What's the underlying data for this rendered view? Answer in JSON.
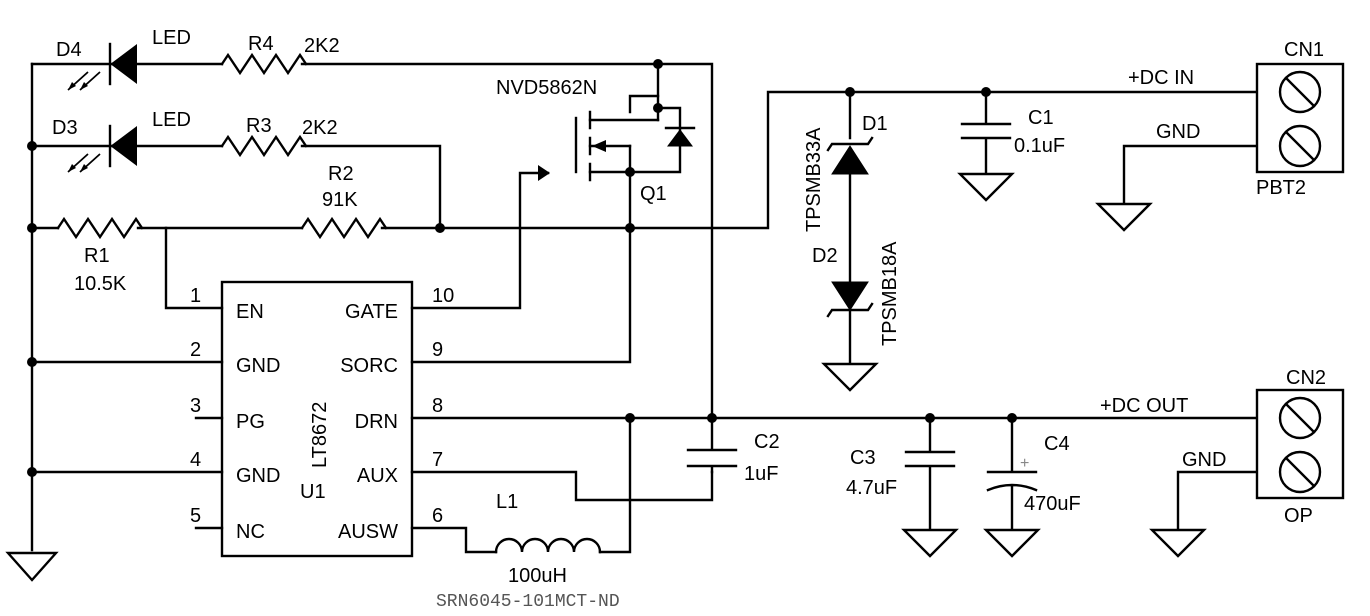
{
  "labels": {
    "d4": "D4",
    "d4_type": "LED",
    "d3": "D3",
    "d3_type": "LED",
    "r4": "R4",
    "r4_val": "2K2",
    "r3": "R3",
    "r3_val": "2K2",
    "r2": "R2",
    "r2_val": "91K",
    "r1": "R1",
    "r1_val": "10.5K",
    "q1_part": "NVD5862N",
    "q1": "Q1",
    "d1": "D1",
    "d1_part": "TPSMB33A",
    "d2": "D2",
    "d2_part": "TPSMB18A",
    "c1": "C1",
    "c1_val": "0.1uF",
    "c2": "C2",
    "c2_val": "1uF",
    "c3": "C3",
    "c3_val": "4.7uF",
    "c4": "C4",
    "c4_val": "470uF",
    "c4_plus": "+",
    "l1": "L1",
    "l1_val": "100uH",
    "l1_part": "SRN6045-101MCT-ND",
    "cn1": "CN1",
    "cn1_part": "PBT2",
    "cn2": "CN2",
    "cn2_part": "OP",
    "dc_in": "+DC IN",
    "dc_out": "+DC OUT",
    "gnd1": "GND",
    "gnd2": "GND"
  },
  "u1": {
    "name": "LT8672",
    "ref": "U1",
    "left_pins": [
      {
        "num": "1",
        "name": "EN"
      },
      {
        "num": "2",
        "name": "GND"
      },
      {
        "num": "3",
        "name": "PG"
      },
      {
        "num": "4",
        "name": "GND"
      },
      {
        "num": "5",
        "name": "NC"
      }
    ],
    "right_pins": [
      {
        "num": "10",
        "name": "GATE"
      },
      {
        "num": "9",
        "name": "SORC"
      },
      {
        "num": "8",
        "name": "DRN"
      },
      {
        "num": "7",
        "name": "AUX"
      },
      {
        "num": "6",
        "name": "AUSW"
      }
    ]
  }
}
